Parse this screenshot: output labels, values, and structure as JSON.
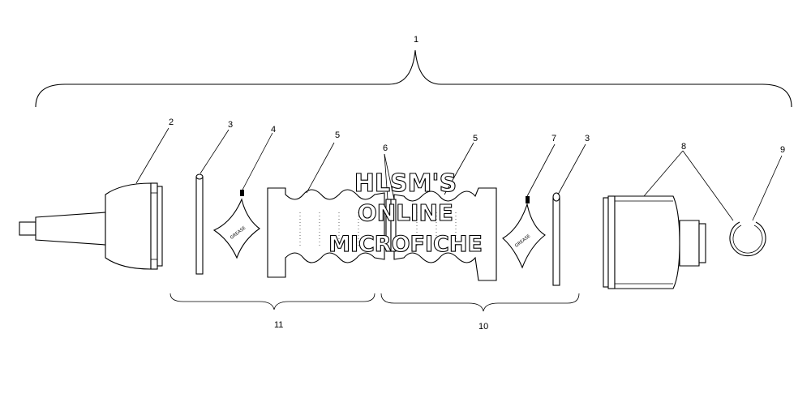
{
  "callouts": {
    "c1": "1",
    "c2": "2",
    "c3a": "3",
    "c4": "4",
    "c5a": "5",
    "c6": "6",
    "c5b": "5",
    "c7": "7",
    "c3b": "3",
    "c8": "8",
    "c9": "9",
    "c11": "11",
    "c10": "10"
  },
  "watermark": {
    "line1": "HLSM'S",
    "line2": "ONLINE",
    "line3": "MICROFICHE"
  },
  "grease_label": "GREASE"
}
